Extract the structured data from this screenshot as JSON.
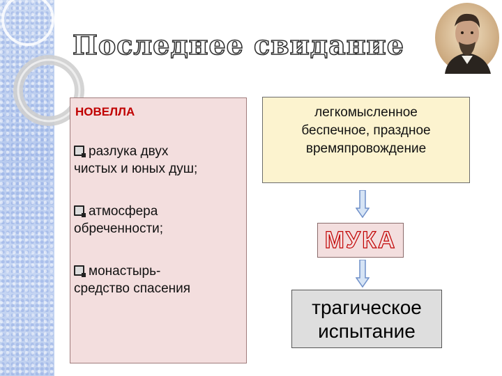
{
  "title": "Последнее свидание",
  "left_panel": {
    "heading": "НОВЕЛЛА",
    "bullets": [
      {
        "line1": "разлука двух",
        "line2": "чистых и юных душ;"
      },
      {
        "line1": "атмосфера",
        "line2": "обреченности;"
      },
      {
        "line1": "монастырь-",
        "line2": "средство спасения"
      }
    ]
  },
  "top_right_box": {
    "lines": [
      "легкомысленное",
      "беспечное, праздное",
      "времяпровождение"
    ]
  },
  "center_box": {
    "text": "МУКА"
  },
  "bottom_box": {
    "lines": [
      "трагическое",
      "испытание"
    ]
  },
  "colors": {
    "heading_red": "#c00000",
    "left_panel_bg": "#f3dede",
    "top_box_bg": "#fcf3cf",
    "bottom_box_bg": "#dedede",
    "arrow_fill": "#d6e4f5",
    "arrow_stroke": "#6e8fc9"
  },
  "icons": {
    "bullet": "checkbox-square-bullet",
    "arrow": "down-arrow-icon",
    "portrait": "author-portrait"
  }
}
